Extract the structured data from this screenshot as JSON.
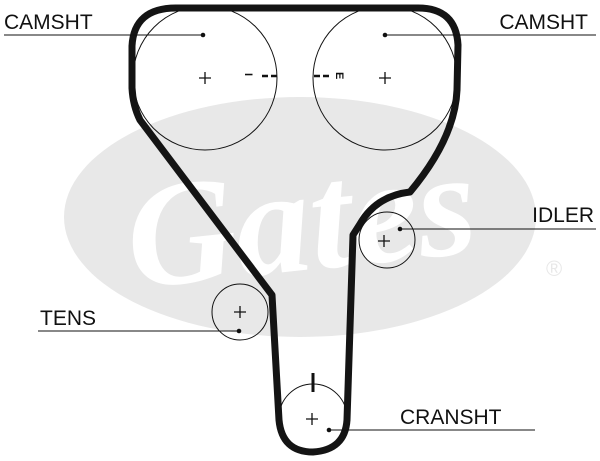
{
  "colors": {
    "ink": "#111111",
    "belt": "#141414",
    "watermark": "#e8e8e8",
    "background": "#ffffff"
  },
  "watermark": {
    "brand": "Gates",
    "mark": "®"
  },
  "labels": {
    "camshaft_left": "CAMSHT",
    "camshaft_right": "CAMSHT",
    "idler": "IDLER",
    "tensioner": "TENS",
    "crankshaft": "CRANSHT"
  },
  "timing_marks": {
    "left": "I",
    "right": "E"
  }
}
